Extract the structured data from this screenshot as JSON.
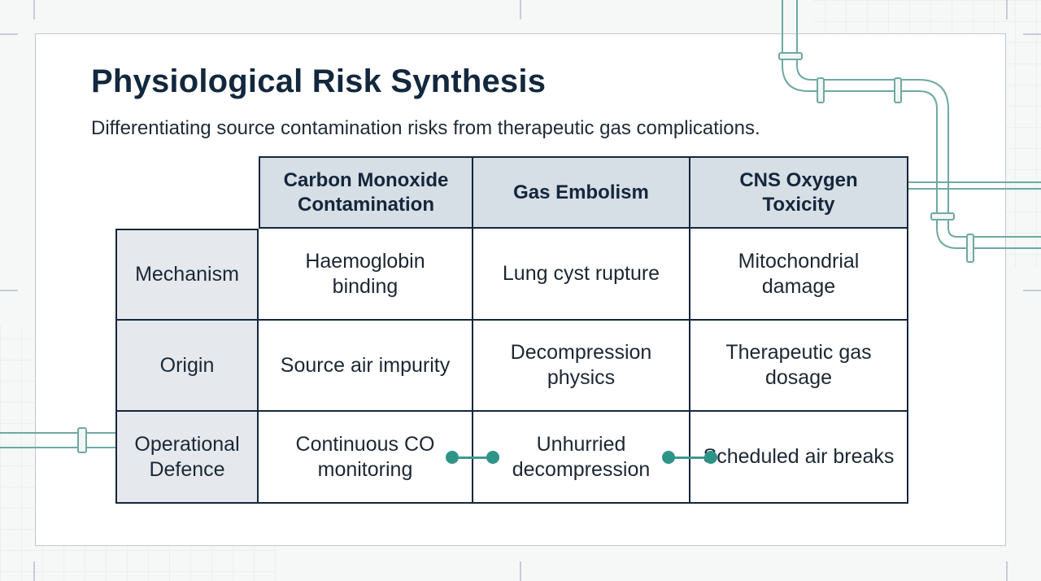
{
  "slide": {
    "title": "Physiological Risk Synthesis",
    "subtitle": "Differentiating source contamination risks from therapeutic gas complications."
  },
  "table": {
    "columns": [
      "Carbon Monoxide Contamination",
      "Gas Embolism",
      "CNS Oxygen Toxicity"
    ],
    "rows": [
      {
        "label": "Mechanism",
        "cells": [
          "Haemoglobin binding",
          "Lung cyst rupture",
          "Mitochondrial damage"
        ]
      },
      {
        "label": "Origin",
        "cells": [
          "Source air impurity",
          "Decompression physics",
          "Therapeutic gas dosage"
        ]
      },
      {
        "label": "Operational Defence",
        "cells": [
          "Continuous CO monitoring",
          "Unhurried decompression",
          "Scheduled air breaks"
        ]
      }
    ]
  },
  "colors": {
    "header_fill": "#d6dee6",
    "row_header_fill": "#e5e9ed",
    "border": "#14263a",
    "accent": "#2e9488"
  }
}
